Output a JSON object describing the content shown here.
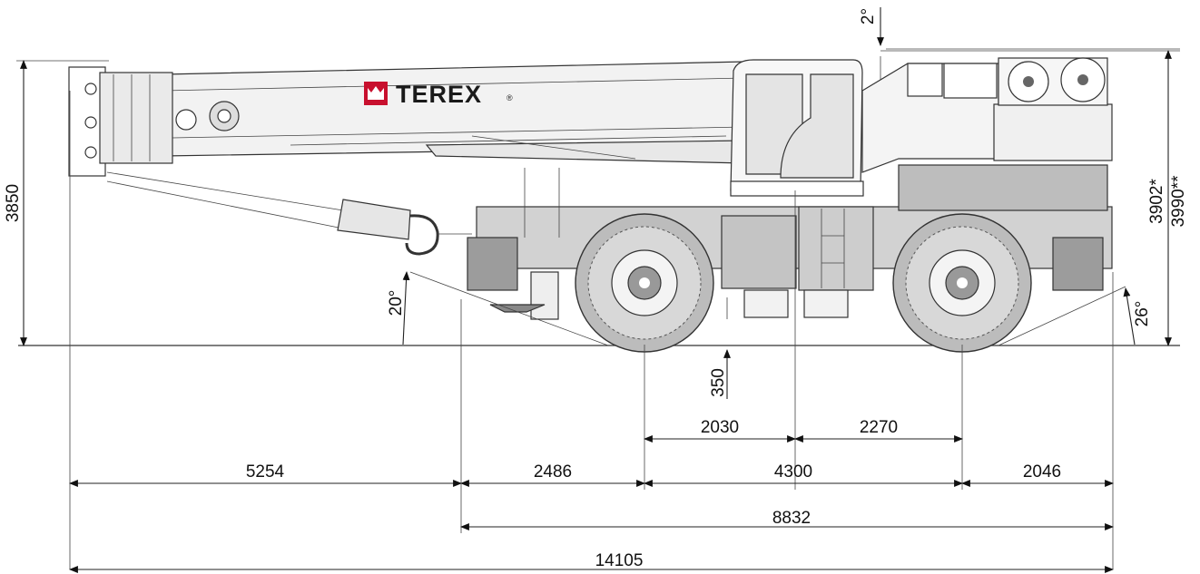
{
  "brand": {
    "name": "TEREX",
    "registered": "®",
    "logo_color": "#c8102e"
  },
  "dimensions": {
    "overall_length": "14105",
    "carrier_length": "8832",
    "boom_overhang_front": "5254",
    "front_overhang": "2486",
    "wheelbase": "4300",
    "rear_overhang": "2046",
    "front_axle_to_center": "2030",
    "center_to_rear_axle": "2270",
    "transport_height": "3850",
    "overall_height_a": "3902*",
    "overall_height_b": "3990**",
    "ground_clearance": "350"
  },
  "angles": {
    "boom_angle": "2°",
    "approach_angle": "20°",
    "departure_angle": "26°"
  }
}
